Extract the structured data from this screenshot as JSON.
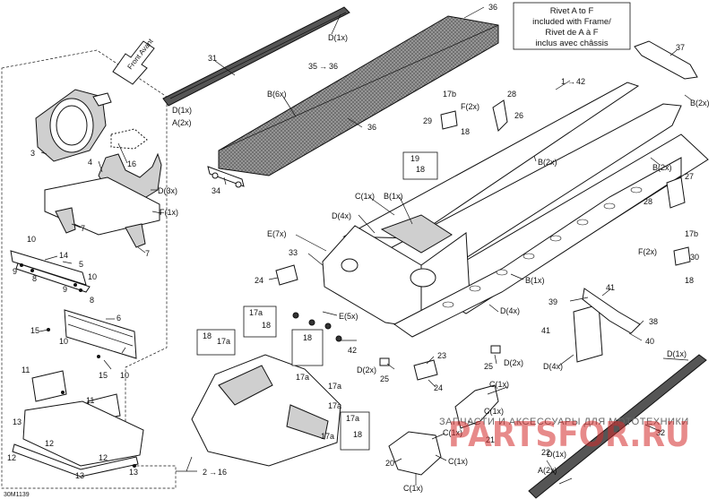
{
  "figure_id": "30M1139",
  "front_arrow": "Front Avant",
  "note_box": [
    "Rivet A to F",
    "included with Frame/",
    "Rivet de A à F",
    "inclus avec châssis"
  ],
  "watermark": {
    "text": "ЗАПЧАСТИ И АКСЕССУАРЫ ДЛЯ МОТОТЕХНИКИ",
    "logo": "PARTSFOR.RU"
  },
  "labels": {
    "l36a": "36",
    "l36b": "36",
    "l35": "35",
    "l35to": "36",
    "l31": "31",
    "lD1a": "D(1x)",
    "lD1b": "D(1x)",
    "lA2a": "A(2x)",
    "lB6": "B(6x)",
    "l34": "34",
    "l37": "37",
    "lB2a": "B(2x)",
    "lB2b": "B(2x)",
    "lB2c": "B(2x)",
    "l1": "1",
    "l1to": "42",
    "l17b_a": "17b",
    "lF2a": "F(2x)",
    "l28a": "28",
    "l26": "26",
    "l29": "29",
    "l18a": "18",
    "l19": "19",
    "l18b": "18",
    "l27": "27",
    "l28b": "28",
    "lC1a": "C(1x)",
    "lB1a": "B(1x)",
    "lD4a": "D(4x)",
    "lE7": "E(7x)",
    "l33": "33",
    "l17b_b": "17b",
    "lF2b": "F(2x)",
    "l30": "30",
    "l18c": "18",
    "l24a": "24",
    "lB1b": "B(1x)",
    "lD4b": "D(4x)",
    "lE5": "E(5x)",
    "l42": "42",
    "l41a": "41",
    "l39": "39",
    "l38": "38",
    "l41b": "41",
    "l40": "40",
    "lD4c": "D(4x)",
    "lD2a": "D(2x)",
    "l25a": "25",
    "l23": "23",
    "l24b": "24",
    "l25b": "25",
    "lD2b": "D(2x)",
    "lD1c": "D(1x)",
    "l3": "3",
    "l4": "4",
    "l16a": "16",
    "lD3": "D(3x)",
    "lF1": "F(1x)",
    "l7a": "7",
    "l7b": "7",
    "l10a": "10",
    "l14": "14",
    "l5": "5",
    "l9a": "9",
    "l8a": "8",
    "l10b": "10",
    "l9b": "9",
    "l8b": "8",
    "l6": "6",
    "l15a": "15",
    "l10c": "10",
    "l15b": "15",
    "l10d": "10",
    "l11a": "11",
    "l11b": "11",
    "l13a": "13",
    "l12a": "12",
    "l12b": "12",
    "l13b": "13",
    "l12c": "12",
    "l13c": "13",
    "l18d": "18",
    "l17a_a": "17a",
    "l17a_b": "17a",
    "l18e": "18",
    "l18f": "18",
    "l17a_c": "17a",
    "l17a_d": "17a",
    "l17a_e": "17a",
    "l17a_f": "17a",
    "l17a_g": "17a",
    "l18g": "18",
    "l2": "2",
    "l2to": "16",
    "lC1b": "C(1x)",
    "lC1c": "C(1x)",
    "lC1d": "C(1x)",
    "lC1e": "C(1x)",
    "lC1f": "C(1x)",
    "l21": "21",
    "l22": "22",
    "l20": "20",
    "l32": "32",
    "lD1d": "D(1x)",
    "lA2b": "A(2x)"
  }
}
